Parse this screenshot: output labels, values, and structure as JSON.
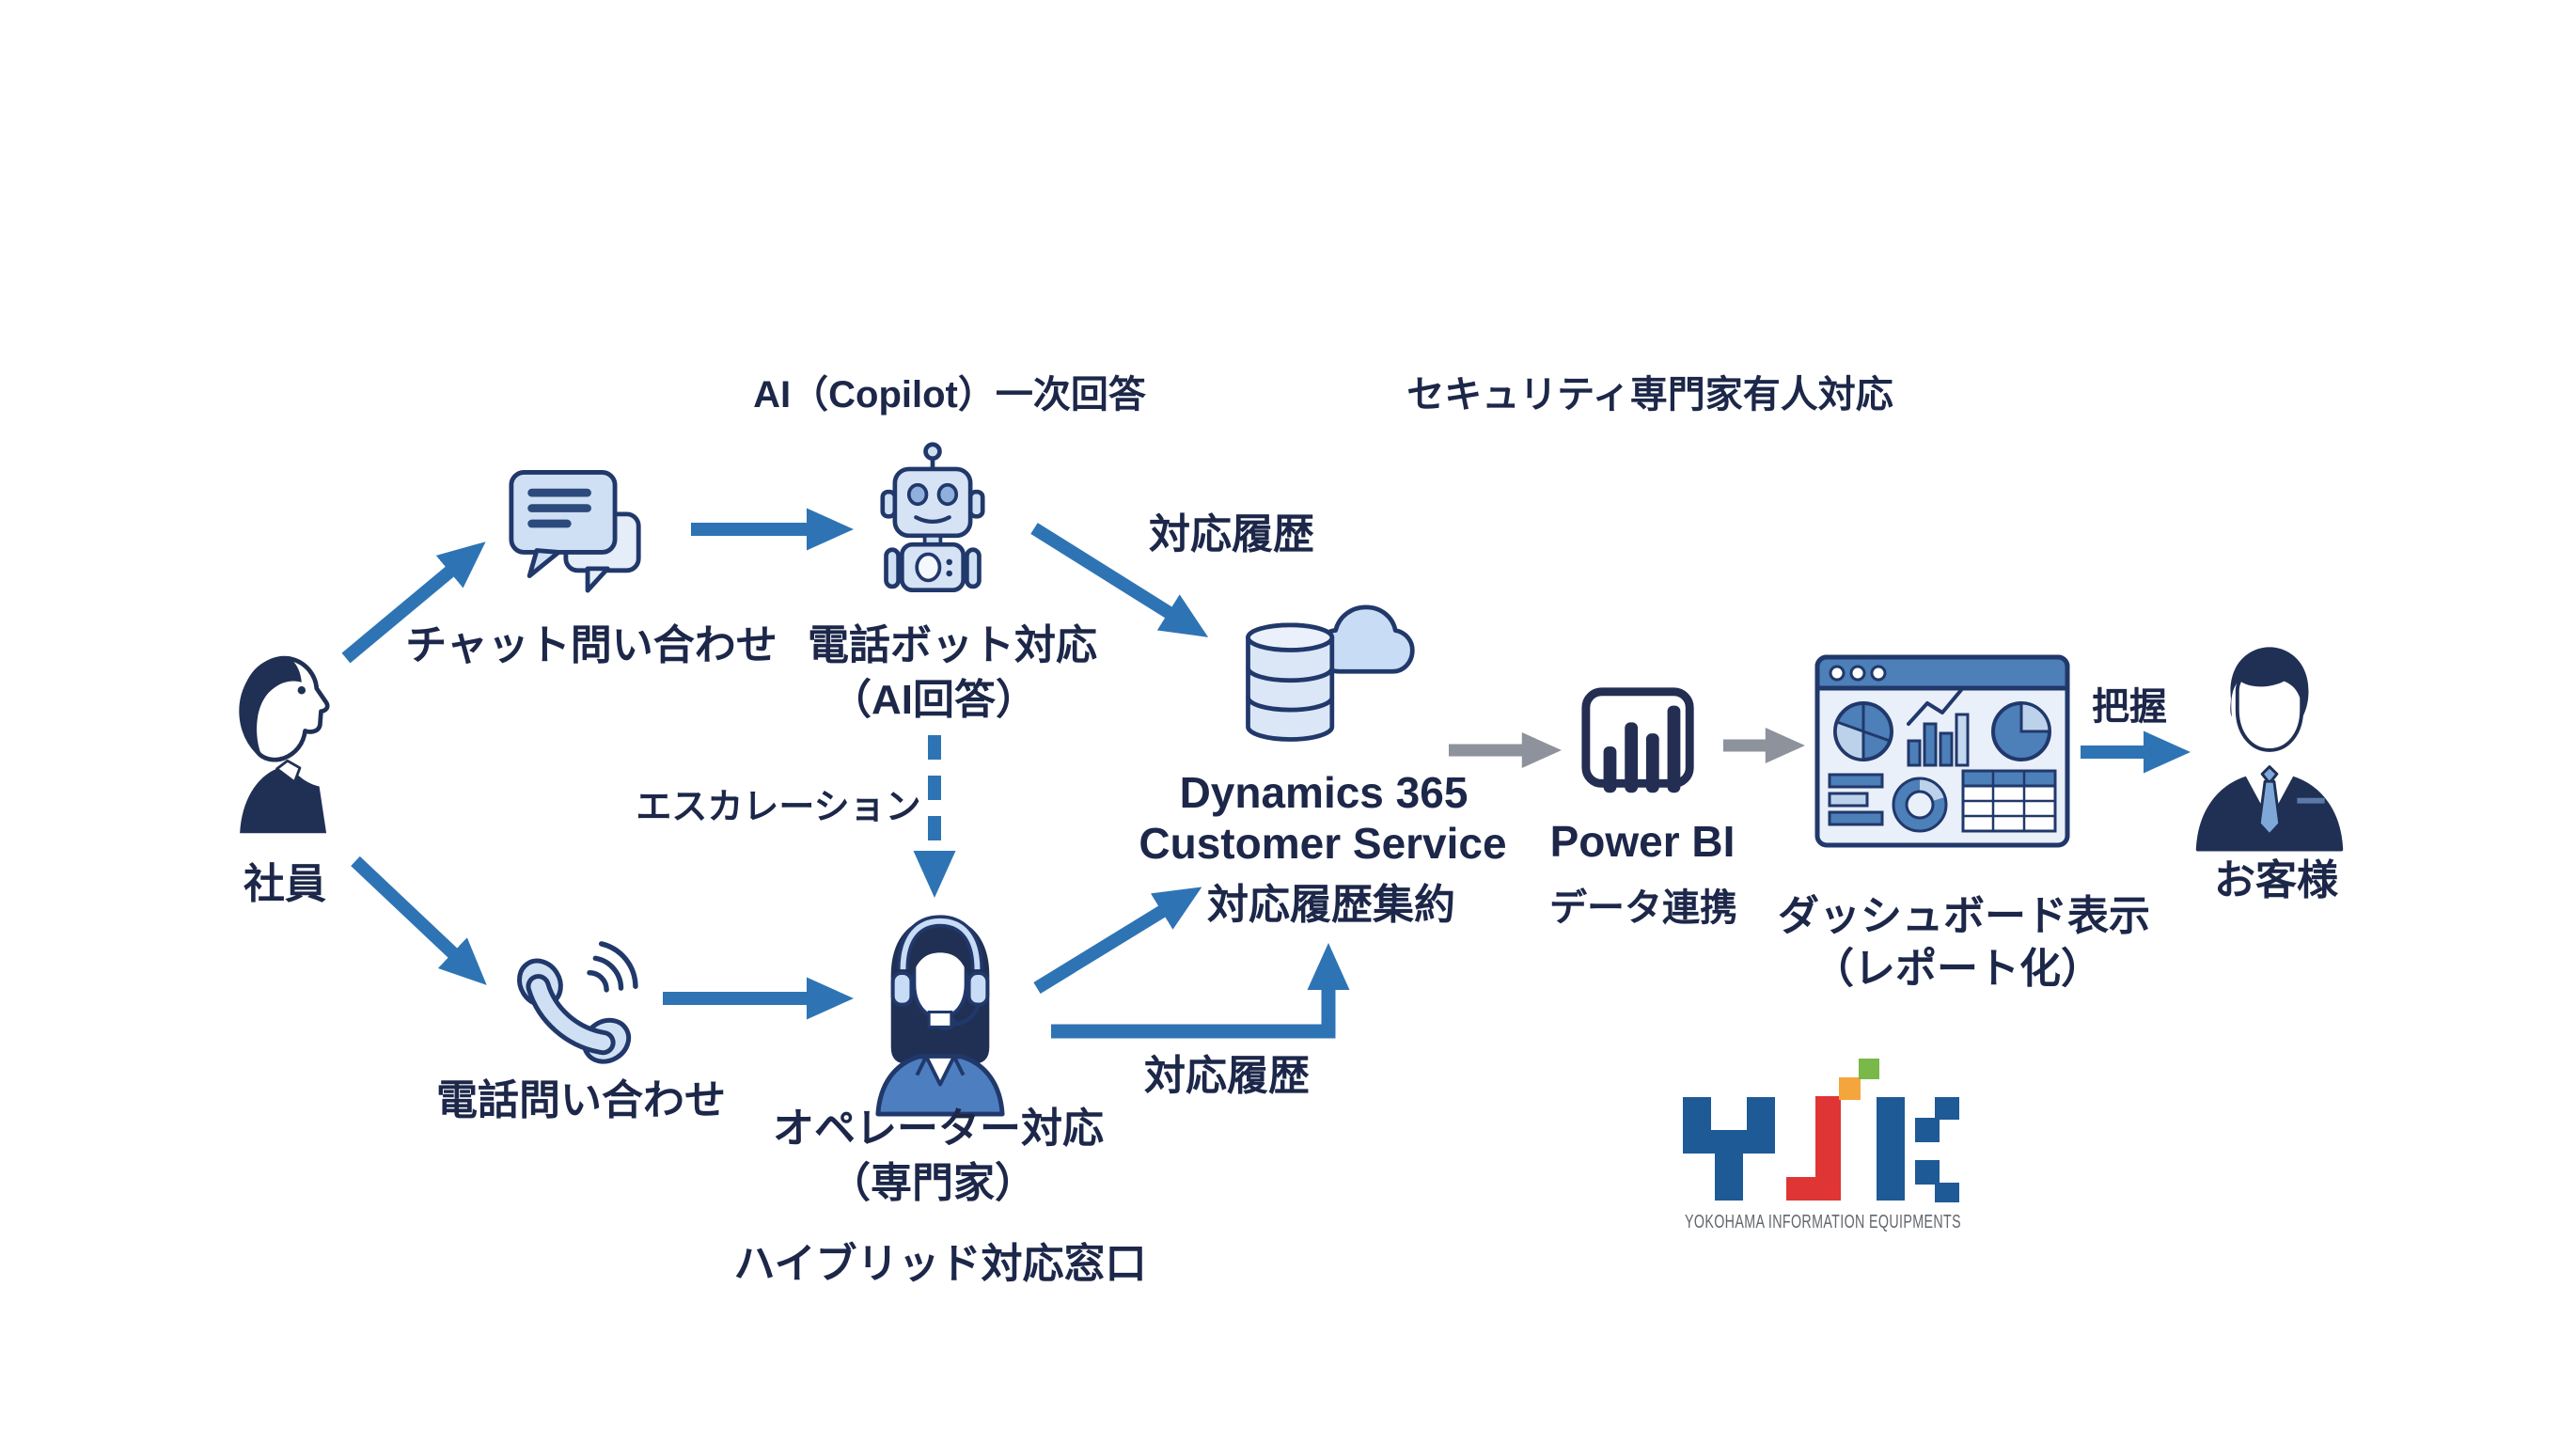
{
  "diagram": {
    "headers": {
      "ai_primary": "AI（Copilot）一次回答",
      "security_expert": "セキュリティ専門家有人対応"
    },
    "nodes": {
      "employee": "社員",
      "chat_inquiry": "チャット問い合わせ",
      "phone_bot_line1": "電話ボット対応",
      "phone_bot_line2": "（AI回答）",
      "phone_inquiry": "電話問い合わせ",
      "operator_line1": "オペレーター対応",
      "operator_line2": "（専門家）",
      "hybrid_desk": "ハイブリッド対応窓口",
      "dynamics_line1": "Dynamics 365",
      "dynamics_line2": "Customer Service",
      "dynamics_line3": "対応履歴集約",
      "powerbi": "Power BI",
      "powerbi_sub": "データ連携",
      "dashboard_line1": "ダッシュボード表示",
      "dashboard_line2": "（レポート化）",
      "customer": "お客様"
    },
    "edges": {
      "history_top": "対応履歴",
      "history_bottom": "対応履歴",
      "escalation": "エスカレーション",
      "grasp": "把握"
    },
    "icons": {
      "employee": "person-profile-icon",
      "chat": "chat-bubbles-icon",
      "robot": "robot-icon",
      "phone": "phone-handset-icon",
      "operator": "operator-headset-icon",
      "dynamics": "database-cloud-icon",
      "powerbi": "power-bi-icon",
      "dashboard": "dashboard-window-icon",
      "customer": "businessman-icon"
    },
    "colors": {
      "text_navy": "#1c2749",
      "arrow_blue": "#2e74b4",
      "arrow_gray": "#8e929c",
      "icon_stroke": "#21386b",
      "icon_fill_light": "#cfe0f4",
      "icon_fill_lighter": "#e4edf8",
      "icon_mid_blue": "#4d7fb8",
      "background": "#ffffff"
    }
  },
  "logo": {
    "text": "YJK",
    "tagline": "YOKOHAMA INFORMATION EQUIPMENTS",
    "colors": {
      "blue": "#1e5a96",
      "red": "#df3535",
      "orange": "#f4a63d",
      "green": "#79b94a",
      "tagline_gray": "#63666d"
    }
  }
}
